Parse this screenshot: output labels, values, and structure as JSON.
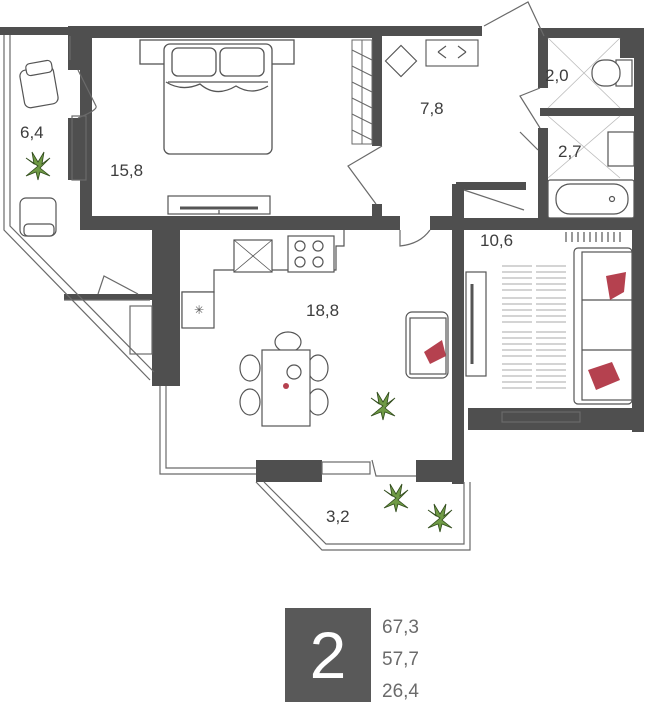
{
  "rooms": {
    "balcony_left": "6,4",
    "bedroom": "15,8",
    "hall": "7,8",
    "wc": "2,0",
    "bathroom": "2,7",
    "room": "10,6",
    "kitchen_living": "18,8",
    "balcony_bottom": "3,2"
  },
  "summary": {
    "rooms_count": "2",
    "total_area": "67,3",
    "living_area": "57,7",
    "kitchen_area": "26,4"
  },
  "colors": {
    "wall": "#4f4f4f",
    "plant": "#6f9a45",
    "pillow": "#b5414f",
    "line": "#6a6a6a"
  }
}
